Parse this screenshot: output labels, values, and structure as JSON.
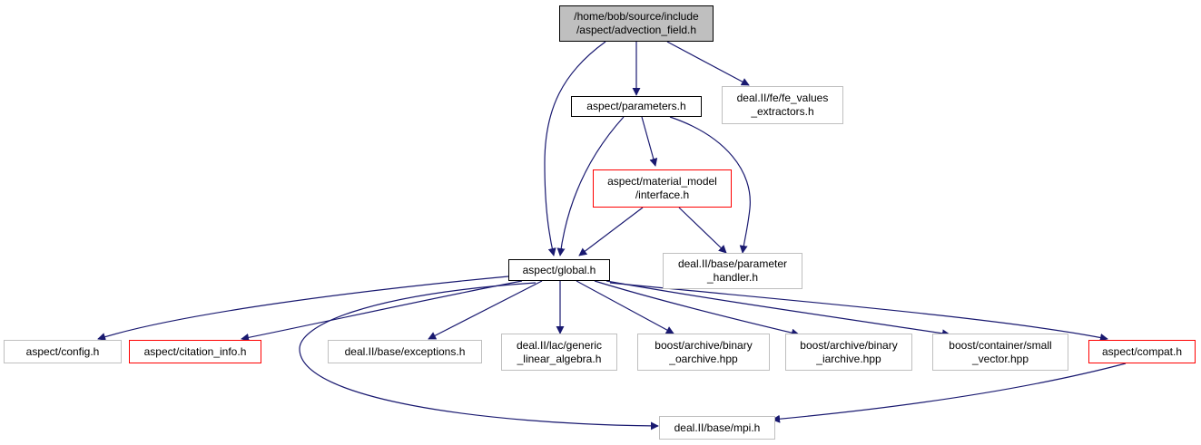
{
  "colors": {
    "edge": "#191970",
    "root_fill": "#bfbfbf",
    "external_border": "#bfbfbf",
    "truncated_border": "#ff0000"
  },
  "nodes": {
    "advection_field": {
      "l1": "/home/bob/source/include",
      "l2": "/aspect/advection_field.h"
    },
    "parameters": {
      "l1": "aspect/parameters.h"
    },
    "fe_values": {
      "l1": "deal.II/fe/fe_values",
      "l2": "_extractors.h"
    },
    "material_model": {
      "l1": "aspect/material_model",
      "l2": "/interface.h"
    },
    "global": {
      "l1": "aspect/global.h"
    },
    "parameter_handler": {
      "l1": "deal.II/base/parameter",
      "l2": "_handler.h"
    },
    "config": {
      "l1": "aspect/config.h"
    },
    "citation_info": {
      "l1": "aspect/citation_info.h"
    },
    "exceptions": {
      "l1": "deal.II/base/exceptions.h"
    },
    "generic_linear_algebra": {
      "l1": "deal.II/lac/generic",
      "l2": "_linear_algebra.h"
    },
    "binary_oarchive": {
      "l1": "boost/archive/binary",
      "l2": "_oarchive.hpp"
    },
    "binary_iarchive": {
      "l1": "boost/archive/binary",
      "l2": "_iarchive.hpp"
    },
    "small_vector": {
      "l1": "boost/container/small",
      "l2": "_vector.hpp"
    },
    "compat": {
      "l1": "aspect/compat.h"
    },
    "mpi": {
      "l1": "deal.II/base/mpi.h"
    }
  }
}
